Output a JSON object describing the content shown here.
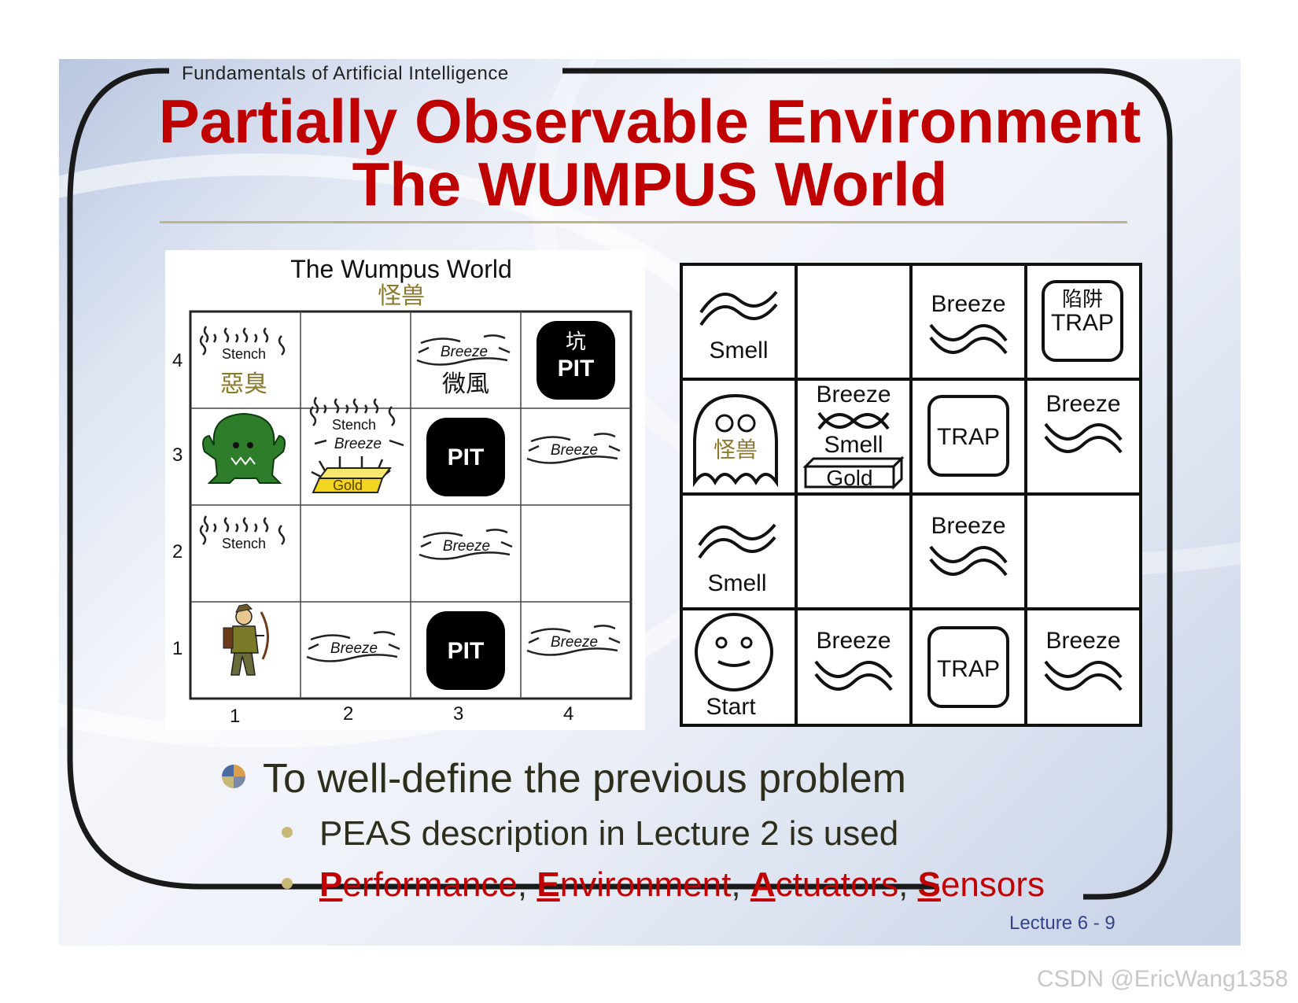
{
  "header": {
    "course": "Fundamentals  of Artificial  Intelligence"
  },
  "title": {
    "line1": "Partially Observable Environment",
    "line2": "The WUMPUS World"
  },
  "left_figure": {
    "title": "The Wumpus World",
    "subtitle": "怪兽",
    "row_labels": [
      "4",
      "3",
      "2",
      "1"
    ],
    "col_labels": [
      "1",
      "2",
      "3",
      "4"
    ],
    "labels": {
      "stench": "Stench",
      "stench_cn": "惡臭",
      "breeze": "Breeze",
      "breeze_cn": "微風",
      "pit": "PIT",
      "pit_cn": "坑",
      "gold": "Gold"
    }
  },
  "right_figure": {
    "labels": {
      "smell": "Smell",
      "breeze": "Breeze",
      "trap": "TRAP",
      "trap_cn": "陷阱",
      "wumpus_cn": "怪兽",
      "gold": "Gold",
      "start": "Start"
    }
  },
  "bullets": {
    "main": "To well-define the previous problem",
    "sub1": "PEAS description in Lecture 2 is used",
    "sub2": {
      "p_cap": "P",
      "p_rest": "erformance",
      "e_cap": "E",
      "e_rest": "nvironment",
      "a_cap": "A",
      "a_rest": "ctuators",
      "s_cap": "S",
      "s_rest": "ensors",
      "sep": ", "
    }
  },
  "footer": {
    "lecture": "Lecture 6 - 9"
  },
  "watermark": "CSDN @EricWang1358",
  "colors": {
    "title_red": "#c00000",
    "text_dark": "#2e2e1c",
    "rule": "#b9b58d",
    "monster_green": "#2e7d2a",
    "gold": "#f2d51e"
  }
}
